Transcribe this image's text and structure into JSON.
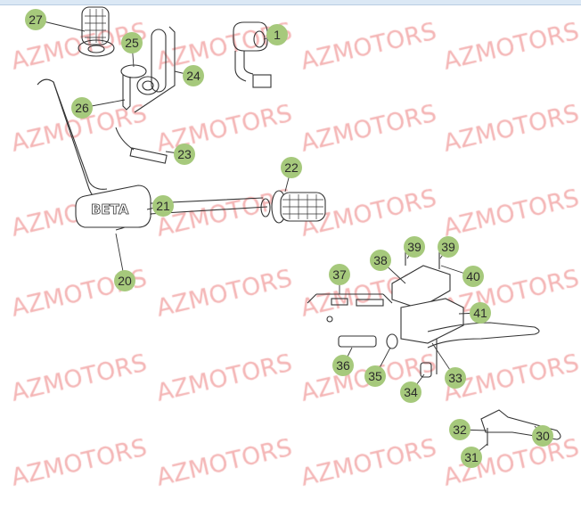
{
  "watermark": "AZMOTORS",
  "brand_on_part": "BETA",
  "callouts": [
    "27",
    "25",
    "1",
    "24",
    "26",
    "23",
    "22",
    "21",
    "20",
    "37",
    "38",
    "39",
    "39",
    "40",
    "41",
    "36",
    "35",
    "34",
    "33",
    "32",
    "30",
    "31"
  ],
  "colors": {
    "callout_fill": "#a6c97c",
    "watermark": "#f2a8a8",
    "line": "#333333"
  }
}
